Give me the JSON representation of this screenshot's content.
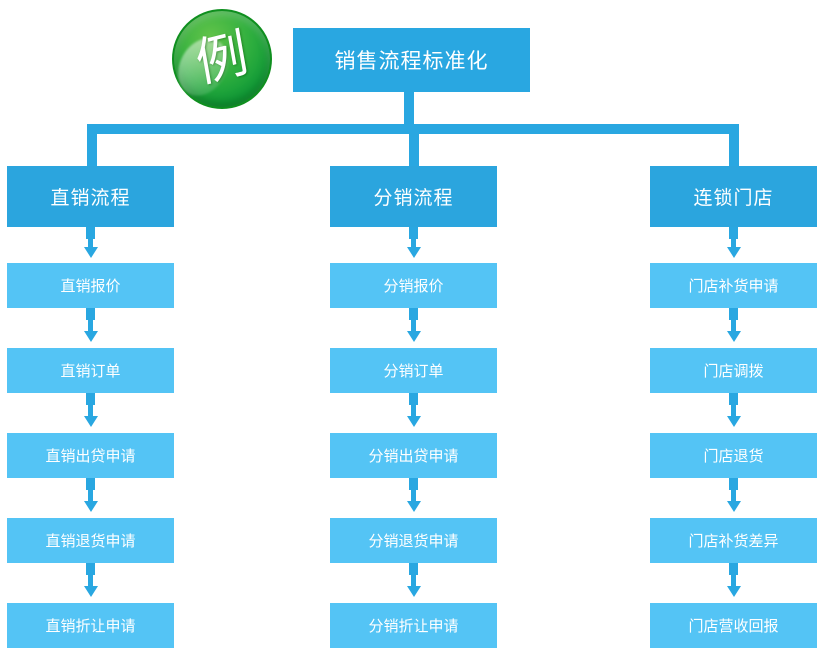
{
  "badge": {
    "label": "例"
  },
  "root": {
    "label": "销售流程标准化"
  },
  "colors": {
    "node_primary": "#29a7e1",
    "node_light": "#54c4f5",
    "badge_green": "#129b38",
    "text": "#ffffff"
  },
  "columns": [
    {
      "header": "直销流程",
      "items": [
        "直销报价",
        "直销订单",
        "直销出贷申请",
        "直销退货申请",
        "直销折让申请"
      ]
    },
    {
      "header": "分销流程",
      "items": [
        "分销报价",
        "分销订单",
        "分销出贷申请",
        "分销退货申请",
        "分销折让申请"
      ]
    },
    {
      "header": "连锁门店",
      "items": [
        "门店补货申请",
        "门店调拨",
        "门店退货",
        "门店补货差异",
        "门店营收回报"
      ]
    }
  ]
}
